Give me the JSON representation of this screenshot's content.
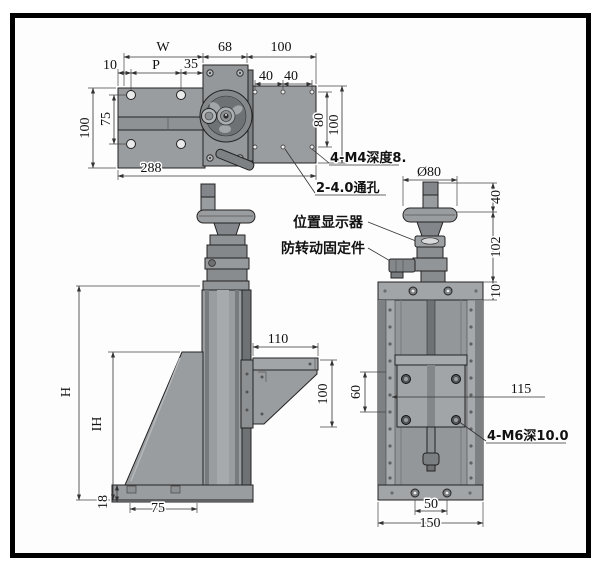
{
  "colors": {
    "frame": "#000000",
    "background": "#fdfdfd",
    "part_fill": "#9a9da0",
    "part_dark": "#7e8184",
    "part_light": "#aeb1b4",
    "line": "#222222"
  },
  "top_view": {
    "dims": {
      "table_width": "W",
      "center_width": "68",
      "right_width": "100",
      "edge_offset": "10",
      "hole_pitch": "P",
      "end_offset": "35",
      "hole_40a": "40",
      "hole_40b": "40",
      "table_depth": "100",
      "hole_pitch_depth": "75",
      "overall_length": "288",
      "right_hole_pitch": "80",
      "right_depth": "100"
    },
    "notes": {
      "tapped_holes": "4-M4深度8.",
      "through_holes": "2-4.0通孔"
    }
  },
  "callouts": {
    "position_display": "位置显示器",
    "anti_rotation": "防转动固定件"
  },
  "front_view": {
    "dims": {
      "bracket_width": "110",
      "bracket_height": "100",
      "overall_height": "H",
      "install_height": "IH",
      "base_thickness": "18",
      "foot_width": "75"
    }
  },
  "right_view": {
    "dims": {
      "wheel_diameter": "Ø80",
      "knob_height": "40",
      "shaft_height": "102",
      "plate_thickness": "10",
      "carriage_pitch": "60",
      "hole_pitch": "115",
      "bottom_pitch": "50",
      "body_width": "150"
    },
    "notes": {
      "tapped_holes": "4-M6深10.0"
    }
  }
}
